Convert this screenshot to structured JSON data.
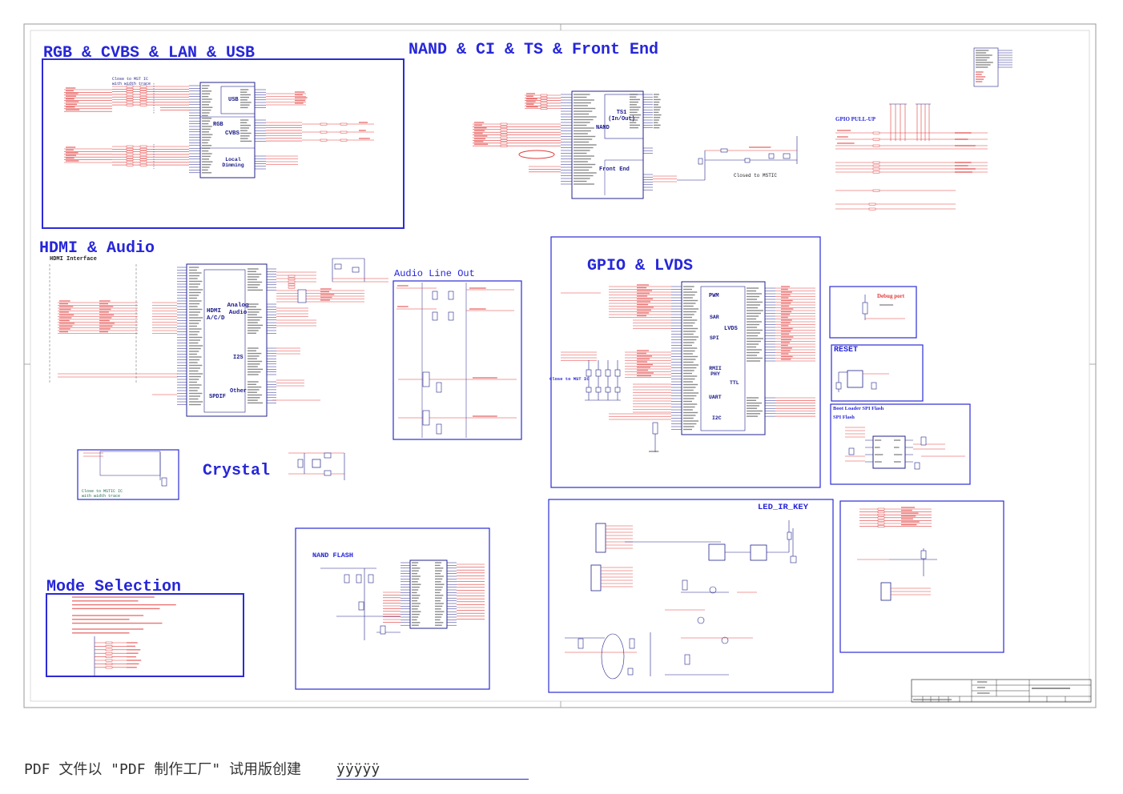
{
  "colors": {
    "title": "#2626d9",
    "box": "#2b2bd6",
    "wire": "#e23a3a",
    "ic": "#23238c",
    "frame": "#9a9a9a",
    "label": "#5a5a5a"
  },
  "sections": {
    "rgb_cvbs_lan_usb": "RGB & CVBS & LAN & USB",
    "nand_ci_ts_front_end": "NAND & CI & TS & Front End",
    "hdmi_audio": "HDMI & Audio",
    "gpio_lvds": "GPIO & LVDS",
    "audio_line_out": "Audio Line Out",
    "crystal": "Crystal",
    "mode_selection": "Mode Selection",
    "led_ir_key": "LED_IR_KEY",
    "nand_flash": "NAND FLASH",
    "gpio_pull_up": "GPIO PULL-UP",
    "debug_port": "Debug port",
    "reset": "RESET",
    "boot_loader_spi_flash": "Boot Loader SPI Flash",
    "spi_flash": "SPI Flash",
    "hdmi_interface": "HDMI Interface"
  },
  "blocks": {
    "usb": "USB",
    "rgb": "RGB",
    "cvbs": "CVBS",
    "local_dimming": "Local Dimming",
    "ts1": "TS1 (In/Out)",
    "nand": "NAND",
    "front_end": "Front End",
    "hdmi_acd": "HDMI A/C/D",
    "analog_audio": "Analog Audio",
    "i2s": "I2S",
    "other": "Other",
    "spdif": "SPDIF",
    "pwm": "PWM",
    "sar": "SAR",
    "lvds": "LVDS",
    "spi": "SPI",
    "rmii_phy": "RMII PHY",
    "ttl": "TTL",
    "uart": "UART",
    "i2c": "I2C"
  },
  "notes": {
    "rgb_close": "Close to MST IC",
    "rgb_trace": "with width trace",
    "gpio_close": "Close to MST IC",
    "fe_closed": "Closed to MSTIC",
    "crystal_close": "Close to MSTIC IC",
    "crystal_trace": "with width trace"
  },
  "footer": {
    "text": "PDF 文件以 \"PDF 制作工厂\" 试用版创建",
    "link": "ÿÿÿÿÿ"
  }
}
